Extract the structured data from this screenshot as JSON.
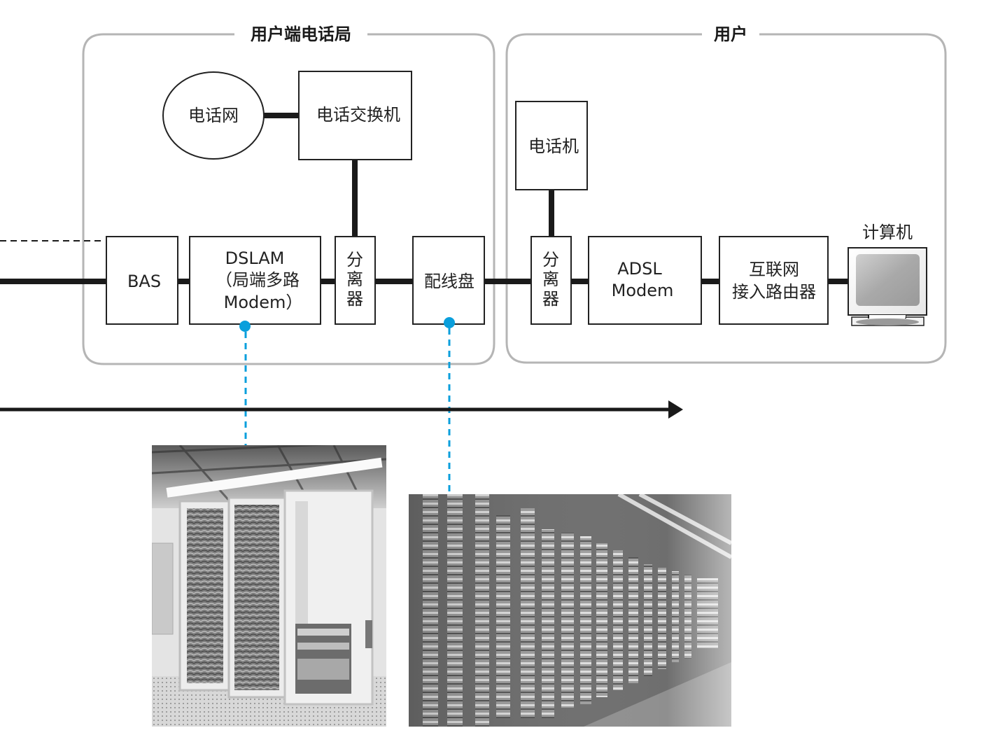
{
  "diagram": {
    "groups": {
      "central_office": {
        "title": "用户端电话局"
      },
      "customer": {
        "title": "用户"
      }
    },
    "nodes": {
      "telephone_network": {
        "label": "电话网",
        "shape": "ellipse"
      },
      "telephone_exchange": {
        "label": "电话交换机"
      },
      "bas": {
        "label": "BAS"
      },
      "dslam": {
        "lines": [
          "DSLAM",
          "（局端多路",
          "Modem）"
        ]
      },
      "splitter_office": {
        "lines": [
          "分",
          "离",
          "器"
        ]
      },
      "distribution_frame": {
        "label": "配线盘"
      },
      "telephone_set": {
        "label": "电话机"
      },
      "splitter_customer": {
        "lines": [
          "分",
          "离",
          "器"
        ]
      },
      "adsl_modem": {
        "lines": [
          "ADSL",
          "Modem"
        ]
      },
      "internet_router": {
        "lines": [
          "互联网",
          "接入路由器"
        ]
      },
      "computer": {
        "label": "计算机",
        "icon": "monitor-icon"
      }
    },
    "connections": [
      {
        "from": "telephone_network",
        "to": "telephone_exchange",
        "style": "thick"
      },
      {
        "from": "telephone_exchange",
        "to": "splitter_office",
        "style": "thick"
      },
      {
        "from": "offscreen-left",
        "to": "bas",
        "style": "thick"
      },
      {
        "from": "offscreen-left",
        "to": "bas",
        "style": "dashed"
      },
      {
        "from": "bas",
        "to": "dslam",
        "style": "thick"
      },
      {
        "from": "dslam",
        "to": "splitter_office",
        "style": "thick"
      },
      {
        "from": "splitter_office",
        "to": "distribution_frame",
        "style": "thick"
      },
      {
        "from": "distribution_frame",
        "to": "splitter_customer",
        "style": "thick"
      },
      {
        "from": "telephone_set",
        "to": "splitter_customer",
        "style": "thick"
      },
      {
        "from": "splitter_customer",
        "to": "adsl_modem",
        "style": "thick"
      },
      {
        "from": "adsl_modem",
        "to": "internet_router",
        "style": "thick"
      },
      {
        "from": "internet_router",
        "to": "computer",
        "style": "thick"
      }
    ],
    "callouts": [
      {
        "from": "dslam",
        "to": "photo_dslam_racks",
        "style": "blue-dashed"
      },
      {
        "from": "distribution_frame",
        "to": "photo_distribution_frame",
        "style": "blue-dashed"
      }
    ],
    "flow_arrow": {
      "direction": "right"
    },
    "photos": [
      {
        "id": "photo_dslam_racks",
        "subject": "DSLAM equipment racks"
      },
      {
        "id": "photo_distribution_frame",
        "subject": "main distribution frame wiring"
      }
    ],
    "colors": {
      "group_border": "#b5b5b5",
      "line": "#1a1a1a",
      "callout": "#0a9fdc",
      "box_border": "#2a2a2a"
    }
  }
}
